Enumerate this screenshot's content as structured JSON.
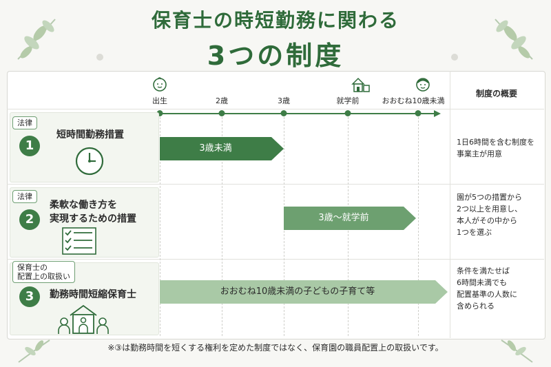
{
  "title": {
    "line1": "保育士の時短勤務に関わる",
    "line2": "3つの制度"
  },
  "timeline": {
    "labels": [
      "出生",
      "2歳",
      "3歳",
      "就学前",
      "おおむね10歳未満"
    ],
    "summary_header": "制度の概要"
  },
  "rows": [
    {
      "badge": "法律",
      "number": "1",
      "title_lines": [
        "短時間勤務措置"
      ],
      "icon": "clock-icon",
      "bar_label": "3歳未満",
      "summary_lines": [
        "1日6時間を含む制度を",
        "事業主が用意"
      ]
    },
    {
      "badge": "法律",
      "number": "2",
      "title_lines": [
        "柔軟な働き方を",
        "実現するための措置"
      ],
      "icon": "checklist-icon",
      "bar_label": "3歳～就学前",
      "summary_lines": [
        "園が5つの措置から",
        "2つ以上を用意し、",
        "本人がその中から",
        "1つを選ぶ"
      ]
    },
    {
      "badge_lines": [
        "保育士の",
        "配置上の取扱い"
      ],
      "number": "3",
      "title_lines": [
        "勤務時間短縮保育士"
      ],
      "icon": "nursery-icon",
      "bar_label": "おおむね10歳未満の子どもの子育て等",
      "summary_lines": [
        "条件を満たせば",
        "6時間未満でも",
        "配置基準の人数に",
        "含められる"
      ]
    }
  ],
  "colors": {
    "dark_green": "#3e7d47",
    "mid_green": "#6da070",
    "light_green": "#a9c9a6"
  },
  "footnote": "※③は勤務時間を短くする権利を定めた制度ではなく、保育園の職員配置上の取扱いです。"
}
